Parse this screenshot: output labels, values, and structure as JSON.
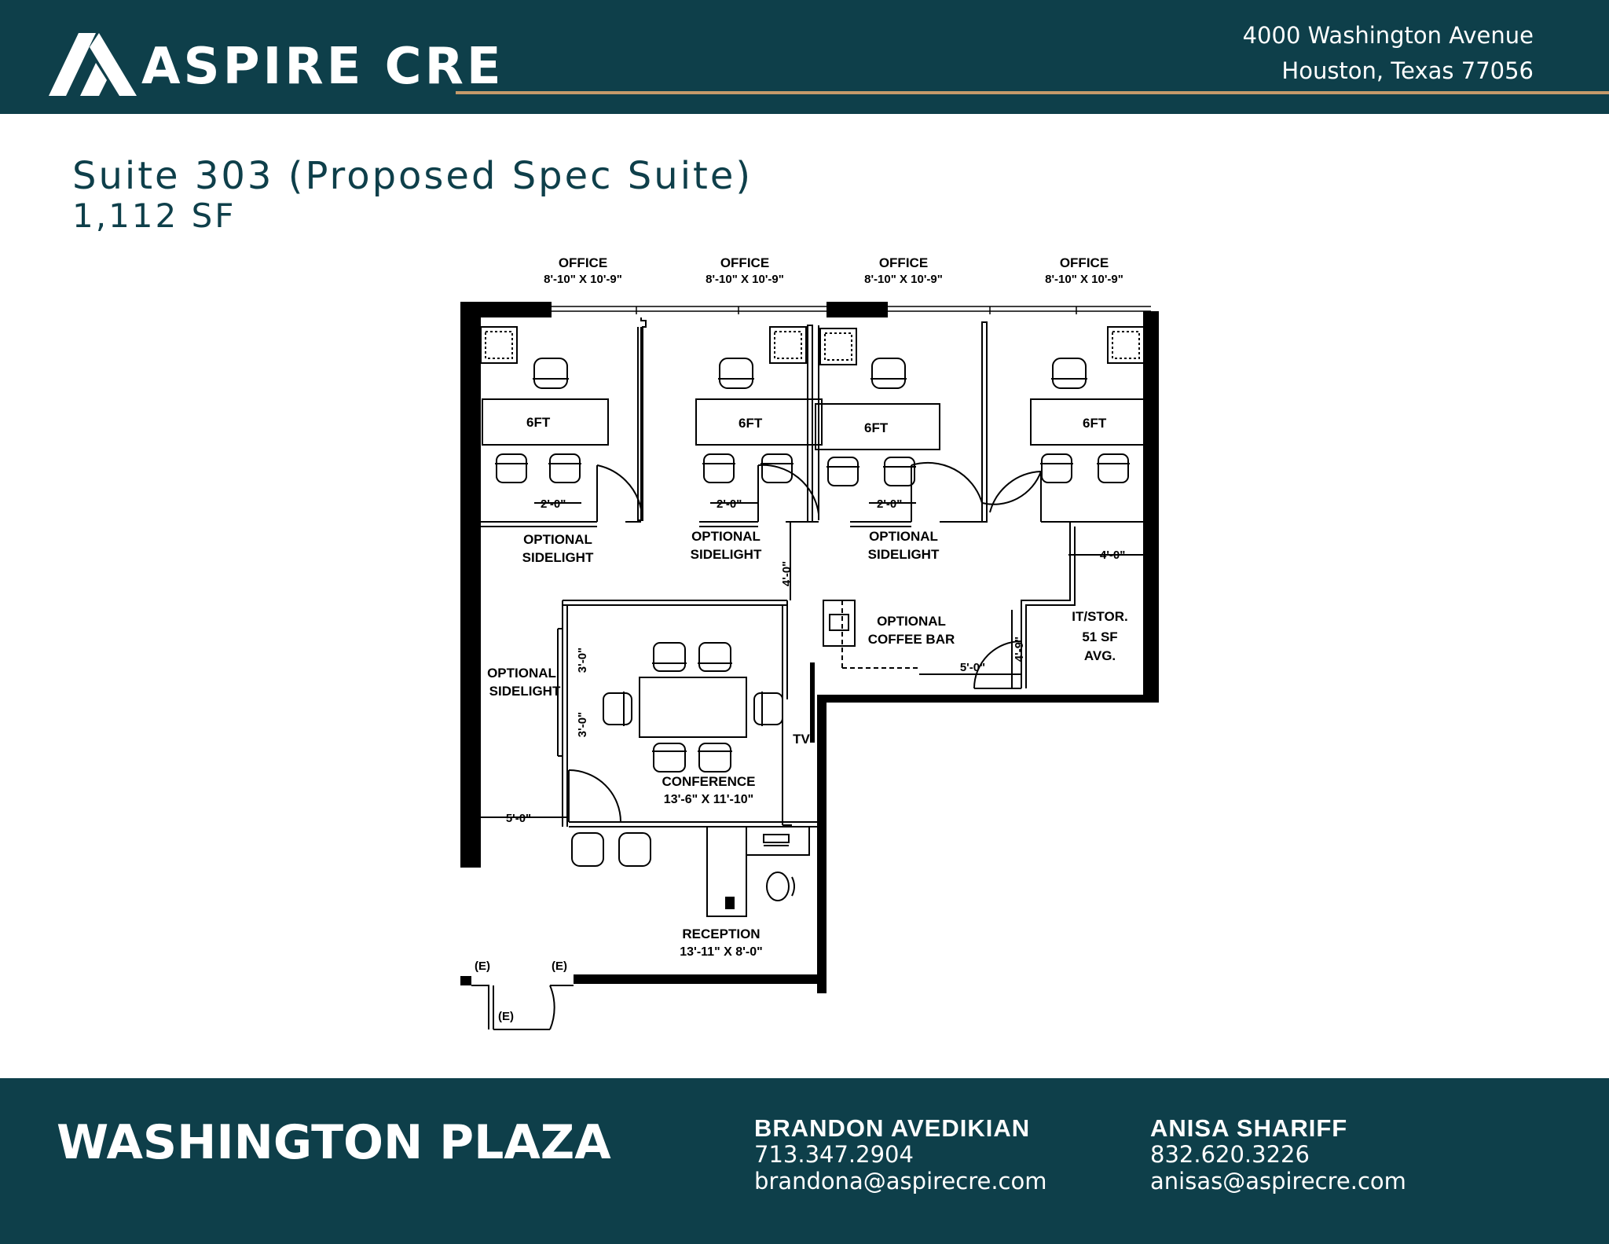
{
  "header": {
    "brand": "ASPIRE CRE",
    "address_line1": "4000 Washington Avenue",
    "address_line2": "Houston, Texas 77056",
    "colors": {
      "background": "#0e3f4a",
      "accent": "#c59a6a",
      "text": "#ffffff"
    }
  },
  "title": {
    "suite": "Suite 303 (Proposed Spec Suite)",
    "area": "1,112 SF"
  },
  "plan": {
    "offices": [
      {
        "name": "OFFICE",
        "dims": "8'-10\" X 10'-9\""
      },
      {
        "name": "OFFICE",
        "dims": "8'-10\" X 10'-9\""
      },
      {
        "name": "OFFICE",
        "dims": "8'-10\" X 10'-9\""
      },
      {
        "name": "OFFICE",
        "dims": "8'-10\" X 10'-9\""
      }
    ],
    "desk_label": "6FT",
    "sidelight_dim": "2'-0\"",
    "optional": "OPTIONAL",
    "sidelight": "SIDELIGHT",
    "corridor_dim": "4'-0\"",
    "coffee_bar": {
      "line1": "OPTIONAL",
      "line2": "COFFEE BAR"
    },
    "it_storage": {
      "name": "IT/STOR.",
      "area": "51 SF",
      "note": "AVG."
    },
    "it_width": "4'-0\"",
    "it_door_width": "5'-0\"",
    "it_depth": "4'-9\"",
    "conference": {
      "name": "CONFERENCE",
      "dims": "13'-6\" X 11'-10\""
    },
    "conf_sidelight_dim": "3'-0\"",
    "tv": "TV",
    "reception_dim": "5'-0\"",
    "reception": {
      "name": "RECEPTION",
      "dims": "13'-11\" X 8'-0\""
    },
    "existing": "(E)"
  },
  "footer": {
    "property": "WASHINGTON PLAZA",
    "contacts": [
      {
        "name": "BRANDON AVEDIKIAN",
        "phone": "713.347.2904",
        "email": "brandona@aspirecre.com"
      },
      {
        "name": "ANISA SHARIFF",
        "phone": "832.620.3226",
        "email": "anisas@aspirecre.com"
      }
    ]
  }
}
